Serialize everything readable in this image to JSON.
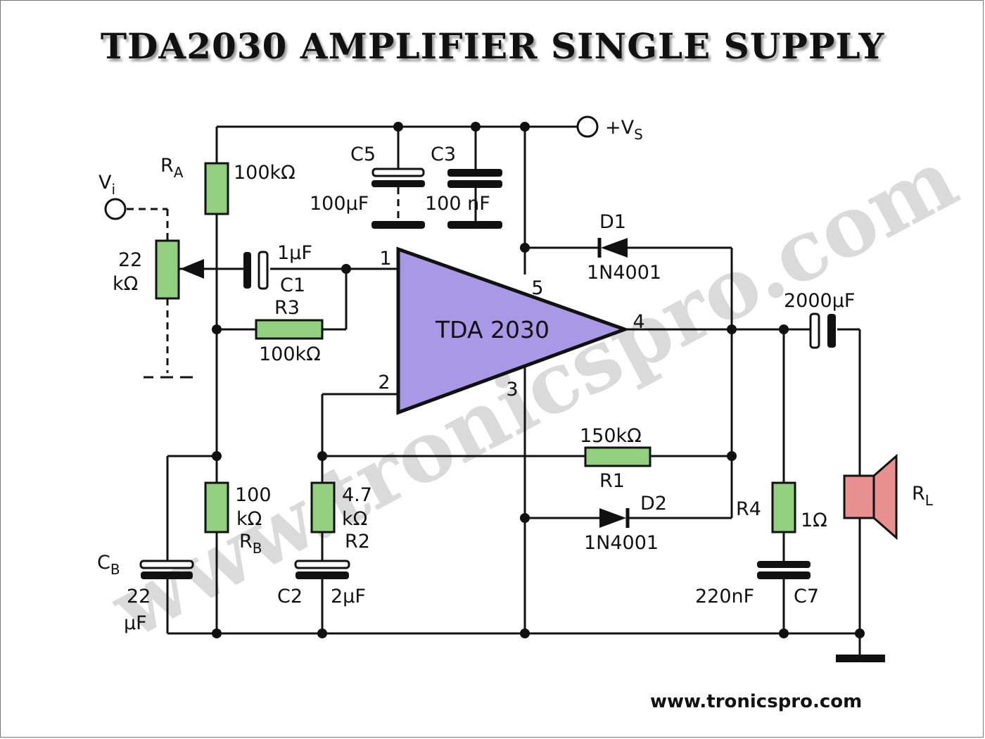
{
  "title": "TDA2030  AMPLIFIER SINGLE SUPPLY",
  "footer": "www.tronicspro.com",
  "watermark": "www.tronicspro.com",
  "colors": {
    "resistor": "#92d080",
    "chip": "#a898e6",
    "speaker": "#e89090"
  },
  "ic": {
    "label": "TDA 2030",
    "pin1": "1",
    "pin2": "2",
    "pin3": "3",
    "pin4": "4",
    "pin5": "5"
  },
  "supply": {
    "label": "+V",
    "sub": "S"
  },
  "input": {
    "label": "V",
    "sub": "i"
  },
  "components": {
    "ra": {
      "name": "R",
      "sub": "A",
      "value": "100kΩ"
    },
    "pot": {
      "value1": "22",
      "value2": "kΩ"
    },
    "c5": {
      "name": "C5",
      "value": "100µF"
    },
    "c3": {
      "name": "C3",
      "value": "100 nF"
    },
    "c1": {
      "name": "C1",
      "value": "1µF"
    },
    "r3": {
      "name": "R3",
      "value": "100kΩ"
    },
    "d1": {
      "name": "D1",
      "value": "1N4001"
    },
    "d2": {
      "name": "D2",
      "value": "1N4001"
    },
    "r1": {
      "name": "R1",
      "value": "150kΩ"
    },
    "rb": {
      "name": "R",
      "sub": "B",
      "value1": "100",
      "value2": "kΩ"
    },
    "r2": {
      "name": "R2",
      "value1": "4.7",
      "value2": "kΩ"
    },
    "c2": {
      "name": "C2",
      "value": "2µF"
    },
    "cb": {
      "name": "C",
      "sub": "B",
      "value1": "22",
      "value2": "µF"
    },
    "r4": {
      "name": "R4",
      "value": "1Ω"
    },
    "c7": {
      "name": "C7",
      "value": "220nF"
    },
    "cout": {
      "value": "2000µF"
    },
    "rl": {
      "name": "R",
      "sub": "L"
    }
  }
}
